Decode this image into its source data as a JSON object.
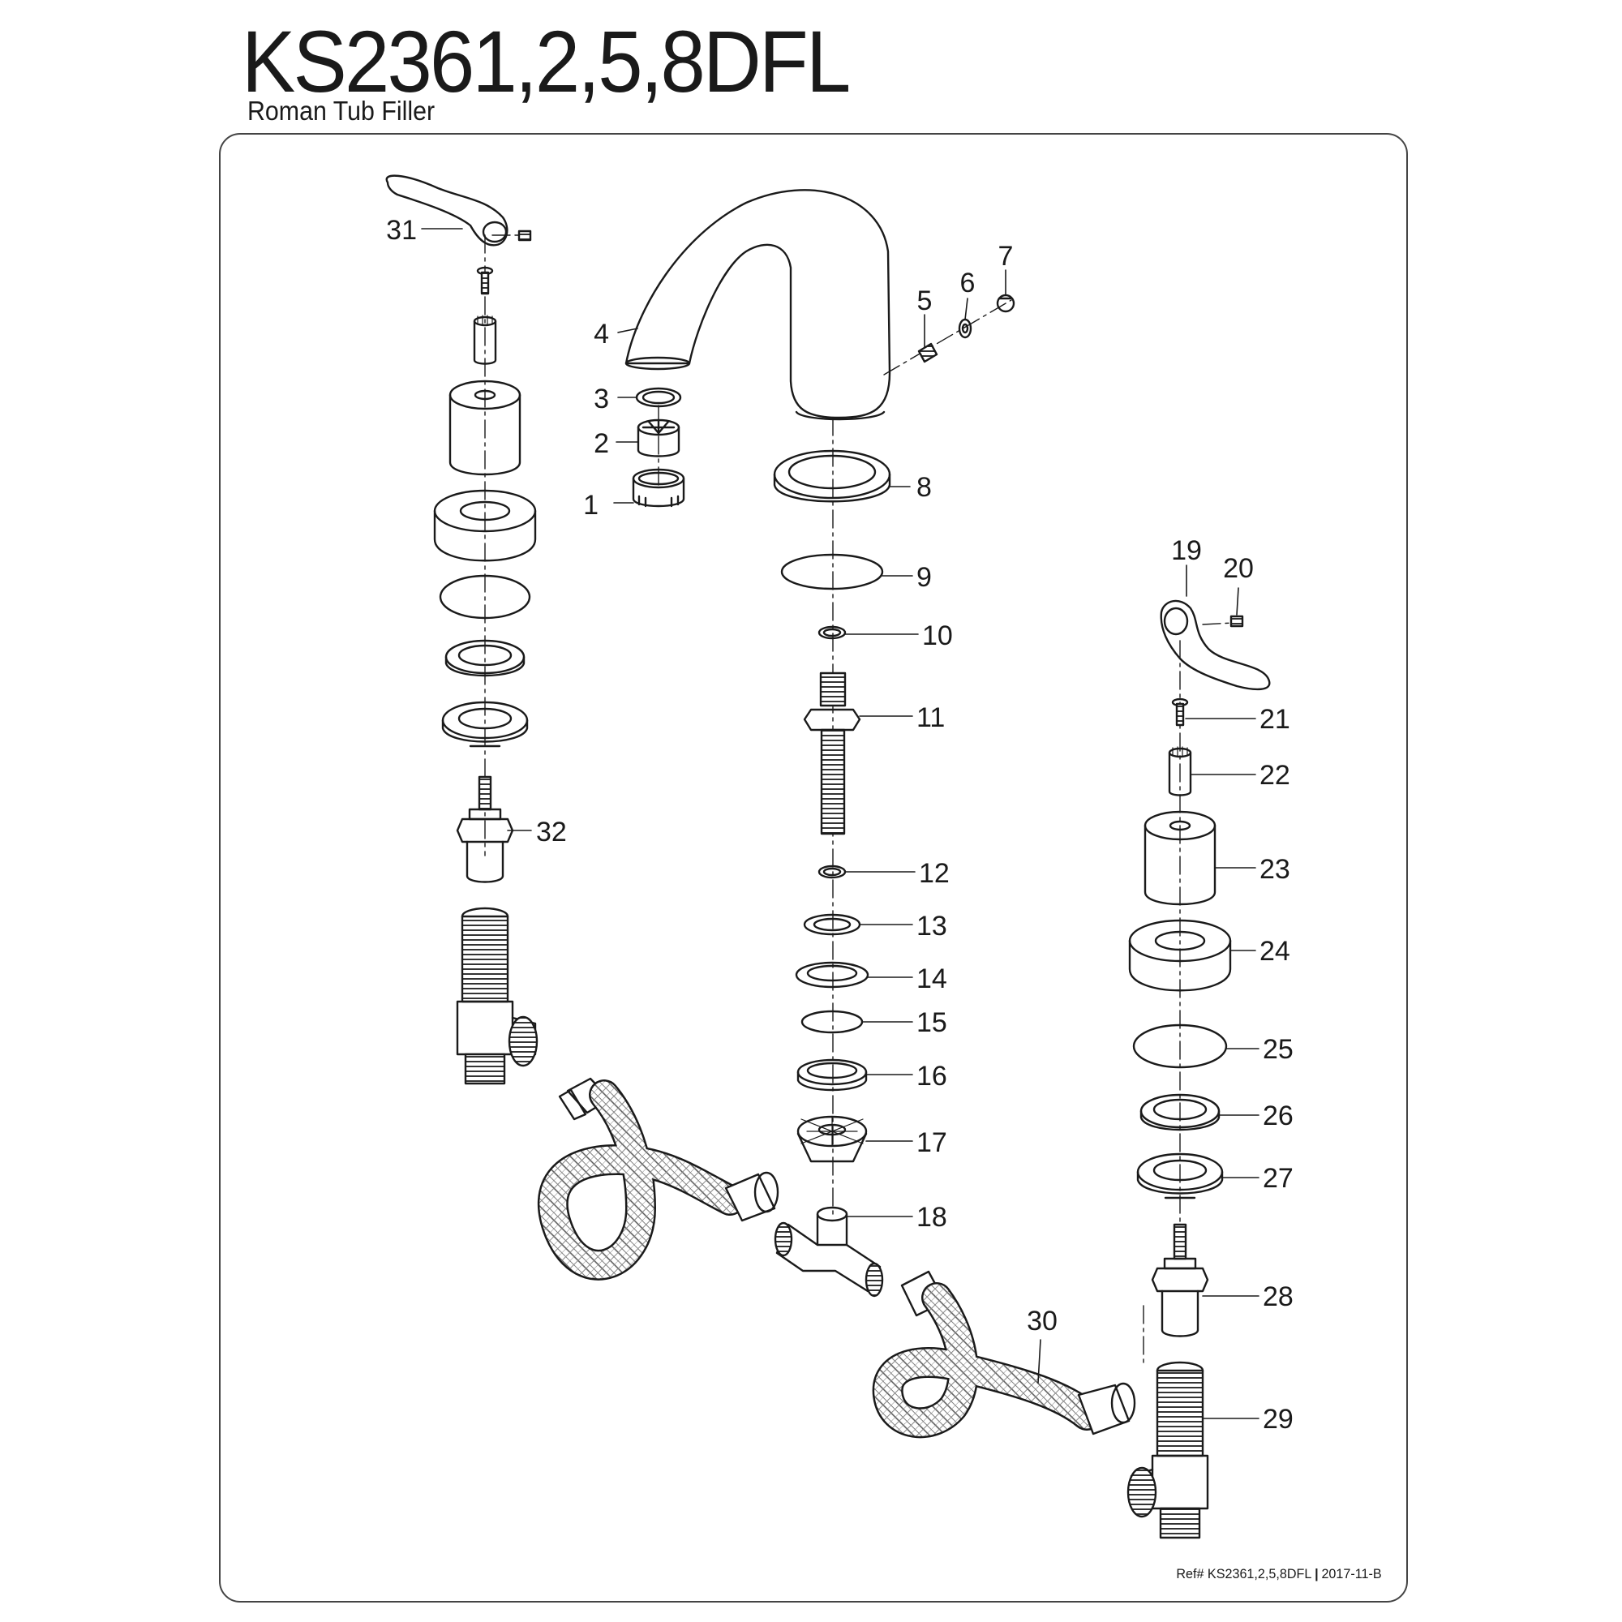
{
  "header": {
    "model": "KS2361,2,5,8DFL",
    "subtitle": "Roman Tub Filler"
  },
  "footer": {
    "ref": "Ref# KS2361,2,5,8DFL",
    "separator": "|",
    "revision": "2017-11-B"
  },
  "callouts": [
    "1",
    "2",
    "3",
    "4",
    "5",
    "6",
    "7",
    "8",
    "9",
    "10",
    "11",
    "12",
    "13",
    "14",
    "15",
    "16",
    "17",
    "18",
    "19",
    "20",
    "21",
    "22",
    "23",
    "24",
    "25",
    "26",
    "27",
    "28",
    "29",
    "30",
    "31",
    "32"
  ]
}
